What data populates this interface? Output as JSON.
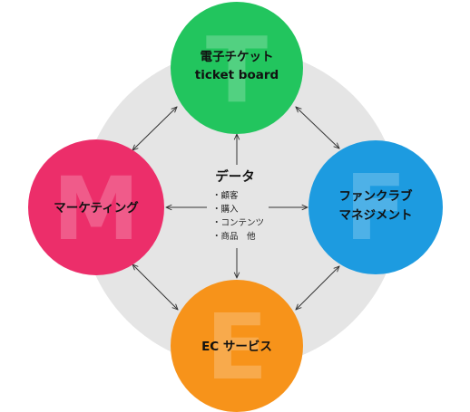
{
  "center": {
    "title": "データ",
    "items": [
      "・顧客",
      "・購入",
      "・コンテンツ",
      "・商品　他"
    ]
  },
  "nodes": {
    "top": {
      "letter": "T",
      "line1": "電子チケット",
      "line2": "ticket board",
      "color": "#22c55e"
    },
    "left": {
      "letter": "M",
      "line1": "マーケティング",
      "color": "#ec2e6a"
    },
    "right": {
      "letter": "F",
      "line1": "ファンクラブ",
      "line2": "マネジメント",
      "color": "#1d9be0"
    },
    "bottom": {
      "letter": "E",
      "line1": "EC サービス",
      "color": "#f7931a"
    }
  },
  "colors": {
    "background_circle": "#e5e5e5",
    "arrow": "#333333",
    "text": "#111111",
    "watermark": "#ffffff"
  }
}
